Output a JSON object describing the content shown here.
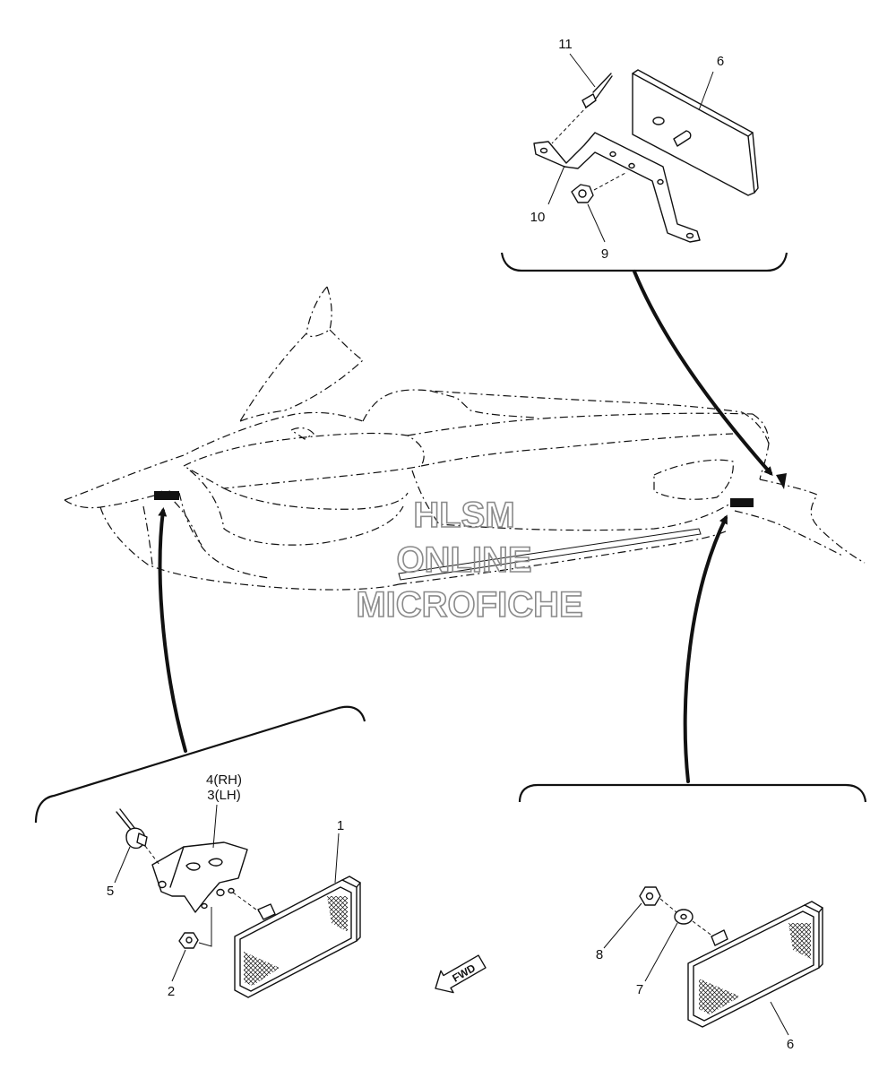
{
  "watermark": {
    "line1": "HLSM",
    "line2": "ONLINE",
    "line3": "MICROFICHE"
  },
  "fwd_label": "FWD",
  "callouts": {
    "c1": "1",
    "c2": "2",
    "c34_rh": "4(RH)",
    "c34_lh": "3(LH)",
    "c5": "5",
    "c6_top": "6",
    "c6_bottom": "6",
    "c7": "7",
    "c8": "8",
    "c9": "9",
    "c10": "10",
    "c11": "11"
  }
}
